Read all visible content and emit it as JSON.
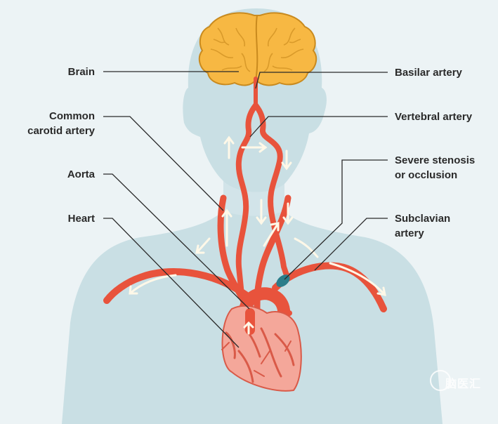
{
  "labels": {
    "brain": "Brain",
    "common_carotid": "Common\ncarotid artery",
    "aorta": "Aorta",
    "heart": "Heart",
    "basilar": "Basilar artery",
    "vertebral": "Vertebral artery",
    "stenosis": "Severe stenosis\nor occlusion",
    "subclavian": "Subclavian\nartery"
  },
  "watermark": "脑医汇",
  "colors": {
    "background": "#ecf3f5",
    "body": "#c9dfe4",
    "brain": "#f7b843",
    "artery": "#e8533c",
    "heart": "#f4a79a",
    "occlusion": "#2a7d8a",
    "flow_arrow": "#fff8e8",
    "leader_line": "#2a2a2a"
  }
}
